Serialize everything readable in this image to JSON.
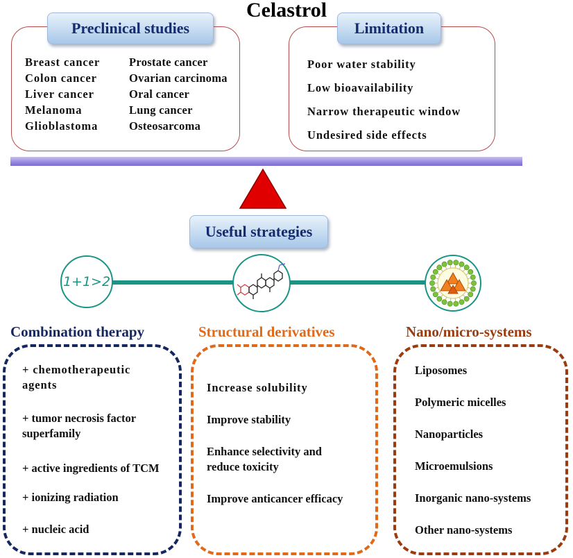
{
  "title": "Celastrol",
  "preclinical": {
    "label": "Preclinical studies",
    "left_items": [
      "Breast cancer",
      "Colon cancer",
      "Liver cancer",
      "Melanoma",
      "Glioblastoma"
    ],
    "right_items": [
      "Prostate cancer",
      "Ovarian carcinoma",
      "Oral cancer",
      "Lung cancer",
      "Osteosarcoma"
    ]
  },
  "limitation": {
    "label": "Limitation",
    "items": [
      "Poor water stability",
      "Low bioavailability",
      "Narrow therapeutic window",
      "Undesired side effects"
    ]
  },
  "strategies": {
    "label": "Useful strategies"
  },
  "combination_icon_text": "1+1>2",
  "combination": {
    "heading": "Combination therapy",
    "items": [
      "+ chemotherapeutic agents",
      "+ tumor necrosis factor superfamily",
      "+ active ingredients of TCM",
      "+ ionizing radiation",
      "+ nucleic acid"
    ]
  },
  "structural": {
    "heading": "Structural derivatives",
    "items": [
      "Increase solubility",
      "Improve stability",
      "Enhance selectivity and reduce toxicity",
      "Improve anticancer efficacy"
    ]
  },
  "nano": {
    "heading": "Nano/micro-systems",
    "items": [
      "Liposomes",
      "Polymeric micelles",
      "Nanoparticles",
      "Microemulsions",
      "Inorganic nano-systems",
      "Other nano-systems"
    ]
  },
  "colors": {
    "panel_border": "#b44a4a",
    "pill_text": "#152c6e",
    "balance_bar": "#9a8be0",
    "triangle": "#e00000",
    "connector": "#1a9585",
    "combination": "#15275f",
    "structural": "#e06a1a",
    "nano": "#9b3b10"
  }
}
